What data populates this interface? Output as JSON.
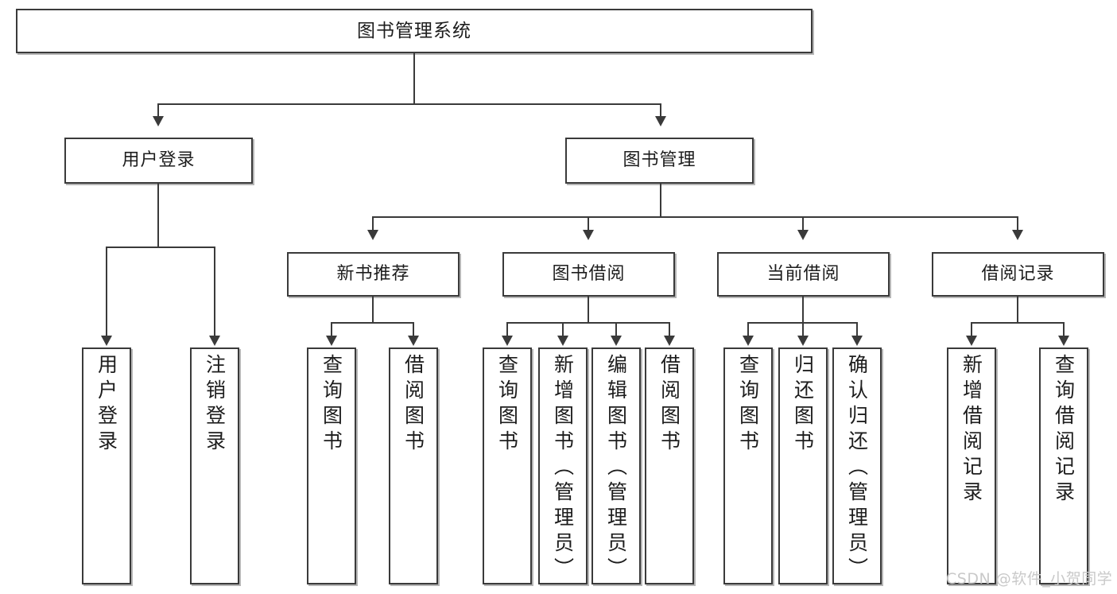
{
  "diagram": {
    "type": "tree-hierarchy-chart",
    "title": "图书管理系统",
    "orientation": "top-down",
    "colors": {
      "box_border": "#3a3a3a",
      "box_fill": "#ffffff",
      "connector": "#3a3a3a",
      "text": "#1d1d1d",
      "watermark": "#c9c9c9",
      "background": "#ffffff"
    }
  },
  "root": {
    "label": "图书管理系统"
  },
  "level2": [
    {
      "label": "用户登录"
    },
    {
      "label": "图书管理"
    }
  ],
  "level3": [
    {
      "label": "新书推荐"
    },
    {
      "label": "图书借阅"
    },
    {
      "label": "当前借阅"
    },
    {
      "label": "借阅记录"
    }
  ],
  "leaves": {
    "user_login": [
      {
        "label": "用户登录"
      },
      {
        "label": "注销登录"
      }
    ],
    "new_book_recommend": [
      {
        "label": "查询图书"
      },
      {
        "label": "借阅图书"
      }
    ],
    "book_borrow": [
      {
        "label": "查询图书"
      },
      {
        "label": "新增图书（管理员）"
      },
      {
        "label": "编辑图书（管理员）"
      },
      {
        "label": "借阅图书"
      }
    ],
    "current_borrow": [
      {
        "label": "查询图书"
      },
      {
        "label": "归还图书"
      },
      {
        "label": "确认归还（管理员）"
      }
    ],
    "borrow_record": [
      {
        "label": "新增借阅记录"
      },
      {
        "label": "查询借阅记录"
      }
    ]
  },
  "watermark": {
    "text": "CSDN @软件_小贺同学"
  }
}
